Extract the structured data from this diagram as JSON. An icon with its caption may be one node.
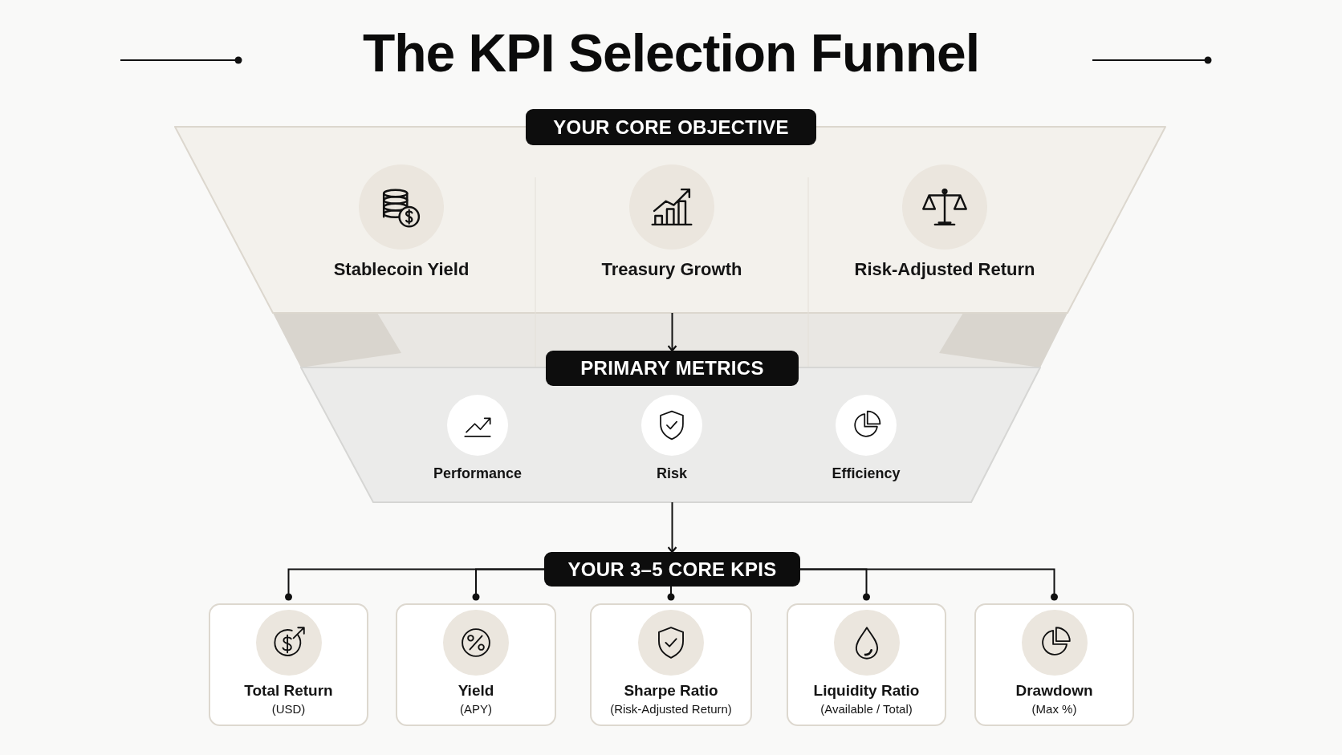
{
  "diagram": {
    "title": "The KPI Selection Funnel",
    "nodes": [
      {
        "text": [],
        "shape": "trapezoid"
      },
      {
        "text": [
          "YOUR CORE OBJECTIVE"
        ]
      },
      {
        "text": [
          "Stablecoin Yield"
        ],
        "in": 0
      },
      {
        "text": [
          "Treasury Growth"
        ],
        "in": 0
      },
      {
        "text": [
          "Risk-Adjusted Return"
        ],
        "in": 0
      },
      {
        "text": [],
        "shape": "trapezoid"
      },
      {
        "text": [
          "PRIMARY METRICS"
        ]
      },
      {
        "text": [
          "Performance"
        ],
        "in": 5
      },
      {
        "text": [
          "Risk"
        ],
        "in": 5
      },
      {
        "text": [
          "Efficiency"
        ],
        "in": 5
      },
      {
        "text": [
          "YOUR 3–5 CORE KPIS"
        ]
      },
      {
        "text": [
          "Total Return",
          "(USD)"
        ]
      },
      {
        "text": [
          "Yield",
          "(APY)"
        ]
      },
      {
        "text": [
          "Sharpe Ratio",
          "(Risk-Adjusted Return)"
        ]
      },
      {
        "text": [
          "Liquidity Ratio",
          "(Available / Total)"
        ]
      },
      {
        "text": [
          "Drawdown",
          "(Max %)"
        ]
      }
    ],
    "edges": [
      {
        "from": 0,
        "to": 6,
        "arrow": "to"
      },
      {
        "from": 5,
        "to": 10,
        "arrow": "to"
      },
      {
        "from": 10,
        "to": 11,
        "arrow": "other"
      },
      {
        "from": 10,
        "to": 12,
        "arrow": "other"
      },
      {
        "from": 10,
        "to": 13,
        "arrow": "other"
      },
      {
        "from": 10,
        "to": 14,
        "arrow": "other"
      },
      {
        "from": 10,
        "to": 15,
        "arrow": "other"
      }
    ]
  }
}
